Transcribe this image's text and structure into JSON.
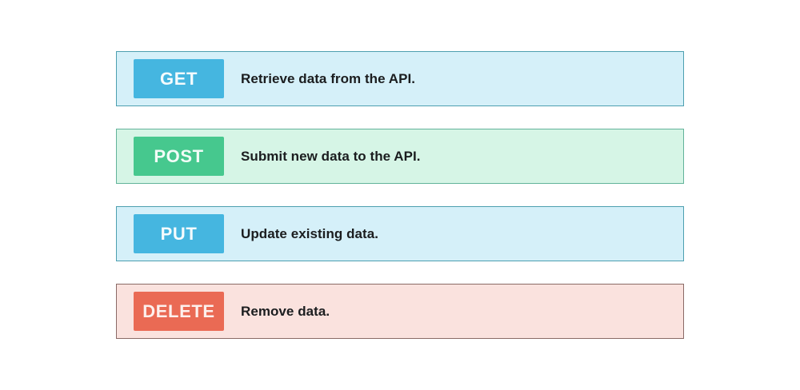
{
  "diagram": {
    "type": "http-methods-legend",
    "background_color": "#ffffff",
    "rows": [
      {
        "method": "GET",
        "description": "Retrieve data from the API.",
        "badge_color": "#45b6e0",
        "badge_text_color": "#f4fbfd",
        "row_background": "#d5f0f9",
        "row_border": "#4d9fb0"
      },
      {
        "method": "POST",
        "description": "Submit new data to the API.",
        "badge_color": "#46c88e",
        "badge_text_color": "#f2fcf7",
        "row_background": "#d6f5e6",
        "row_border": "#62b39a"
      },
      {
        "method": "PUT",
        "description": "Update existing data.",
        "badge_color": "#45b6e0",
        "badge_text_color": "#f4fbfd",
        "row_background": "#d5f0f9",
        "row_border": "#4d9fb0"
      },
      {
        "method": "DELETE",
        "description": "Remove data.",
        "badge_color": "#ea6a54",
        "badge_text_color": "#fdf0ed",
        "row_background": "#fae2de",
        "row_border": "#8a6a66"
      }
    ]
  }
}
